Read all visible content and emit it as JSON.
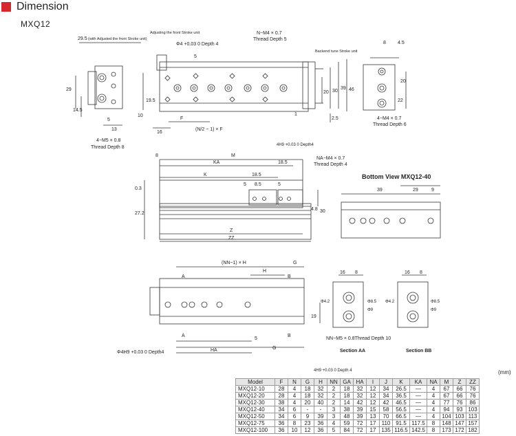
{
  "header": {
    "title": "Dimension",
    "model": "MXQ12"
  },
  "colors": {
    "accent": "#d8262e",
    "line": "#333333",
    "table_header": "#e6e6e6"
  },
  "top_view": {
    "dim_left": "29.5",
    "note_left": "(with Adjusted the front Stroke unit)",
    "note_adjust": "Adjusting the front Stroke unit",
    "phi4": "Φ4 +0.03 0 Depth 4",
    "nm4_a": "N−M4 × 0.7",
    "nm4_b": "Thread Depth 5",
    "backend_note": "Backend tune Stroke unit",
    "dim_29": "29",
    "dim_14_5": "14.5",
    "dim_19_5": "19.5",
    "dim_10": "10",
    "dim_13": "13",
    "dim_5": "5",
    "dim_5b": "5",
    "dim_16": "16",
    "dim_F": "F",
    "formula": "(N/2 − 1) × F",
    "depth4h9": "4H9 +0.03 0 Depth4",
    "m5_a": "4−M5 × 0.8",
    "m5_b": "Thread Depth 8",
    "dim_1": "1",
    "dim_20": "20",
    "dim_30": "30",
    "dim_39": "39",
    "dim_46": "46",
    "dim_2_5": "2.5",
    "side_8": "8",
    "side_4_5": "4.5",
    "side_20": "20",
    "side_22": "22",
    "side_m4_a": "4−M4 × 0.7",
    "side_m4_b": "Thread Depth 6"
  },
  "mid_view": {
    "dim_8": "8",
    "dim_M": "M",
    "dim_KA": "KA",
    "dim_K": "K",
    "dim_18_5a": "18.5",
    "dim_18_5b": "18.5",
    "dim_5": "5",
    "dim_8_5": "8.5",
    "dim_5b": "5",
    "dim_0_3": "0.3",
    "dim_27_2": "27.2",
    "dim_4_8": "4.8",
    "dim_30": "30",
    "dim_Z": "Z",
    "dim_ZZ": "ZZ",
    "na_a": "NA−M4 × 0.7",
    "na_b": "Thread Depth 4"
  },
  "bottom_view": {
    "title": "Bottom View  MXQ12-40",
    "dim_39": "39",
    "dim_29": "29",
    "dim_9": "9"
  },
  "lower_view": {
    "dim_nn": "(NN−1) × H",
    "dim_G": "G",
    "dim_H": "H",
    "A": "A",
    "B": "B",
    "dim_5": "5",
    "dim_HA": "HA",
    "dim_G2": "G",
    "dim_19": "19",
    "phi4h9": "Φ4H9 +0.03 0 Depth4",
    "depth4h9": "4H9 +0.03 0 Depth 4"
  },
  "sections": {
    "aa_title": "Section AA",
    "bb_title": "Section BB",
    "dim_16": "16",
    "dim_8": "8",
    "phi4_2": "Φ4.2",
    "phi8_5": "Φ8.5",
    "phi9": "Φ9",
    "nn_note": "NN−M5 × 0.8Thread Depth 10"
  },
  "table": {
    "unit": "(mm)",
    "headers": [
      "Model",
      "F",
      "N",
      "G",
      "H",
      "NN",
      "GA",
      "HA",
      "I",
      "J",
      "K",
      "KA",
      "NA",
      "M",
      "Z",
      "ZZ"
    ],
    "rows": [
      [
        "MXQ12-10",
        "28",
        "4",
        "18",
        "32",
        "2",
        "18",
        "32",
        "12",
        "34",
        "26.5",
        "—",
        "4",
        "67",
        "66",
        "76"
      ],
      [
        "MXQ12-20",
        "28",
        "4",
        "18",
        "32",
        "2",
        "18",
        "32",
        "12",
        "34",
        "36.5",
        "—",
        "4",
        "67",
        "66",
        "76"
      ],
      [
        "MXQ12-30",
        "38",
        "4",
        "20",
        "40",
        "2",
        "14",
        "42",
        "12",
        "42",
        "46.5",
        "—",
        "4",
        "77",
        "76",
        "86"
      ],
      [
        "MXQ12-40",
        "34",
        "6",
        "-",
        "-",
        "3",
        "38",
        "39",
        "15",
        "58",
        "56.5",
        "—",
        "4",
        "94",
        "93",
        "103"
      ],
      [
        "MXQ12-50",
        "34",
        "6",
        "9",
        "39",
        "3",
        "48",
        "39",
        "13",
        "70",
        "66.5",
        "—",
        "4",
        "104",
        "103",
        "113"
      ],
      [
        "MXQ12-75",
        "36",
        "8",
        "23",
        "36",
        "4",
        "59",
        "72",
        "17",
        "110",
        "91.5",
        "117.5",
        "8",
        "148",
        "147",
        "157"
      ],
      [
        "MXQ12-100",
        "36",
        "10",
        "12",
        "36",
        "5",
        "84",
        "72",
        "17",
        "135",
        "116.5",
        "142.5",
        "8",
        "173",
        "172",
        "182"
      ]
    ]
  }
}
